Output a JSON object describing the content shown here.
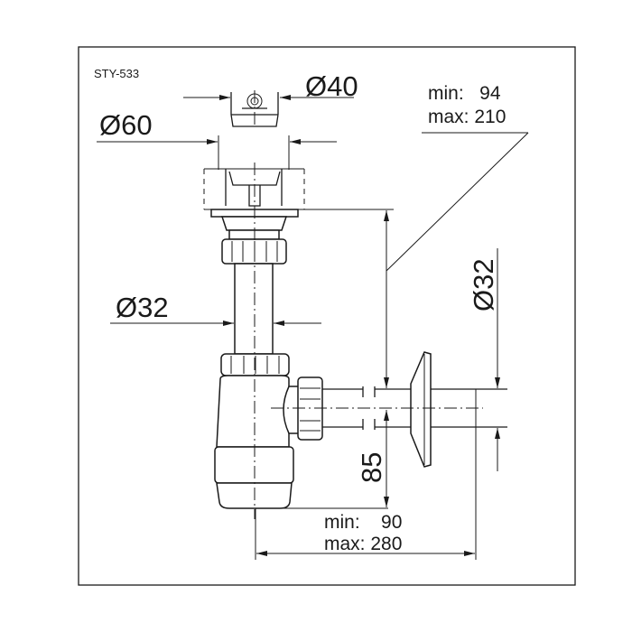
{
  "model": "STY-533",
  "dimensions": {
    "strainer_diameter": "Ø40",
    "flange_diameter": "Ø60",
    "pipe_diameter": "Ø32",
    "outlet_diameter": "Ø32",
    "outlet_height": "85",
    "height_range": {
      "min": "min:   94",
      "max": "max: 210"
    },
    "length_range": {
      "min": "min:    90",
      "max": "max: 280"
    }
  },
  "colors": {
    "line": "#1a1a1a",
    "background": "#ffffff"
  }
}
